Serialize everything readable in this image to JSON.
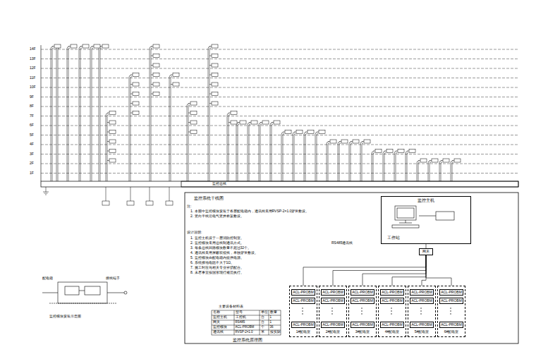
{
  "diagram": {
    "nodes": [
      {
        "text": [
          "监控主机",
          "工作站"
        ]
      },
      {
        "text": [
          "网关"
        ]
      },
      {
        "text": [
          "1#配电室"
        ]
      },
      {
        "text": [
          "ACL-PROBM"
        ],
        "in": 2
      },
      {
        "text": [
          "ACL-PROBM"
        ],
        "in": 2
      },
      {
        "text": [
          "ACL-PROBM"
        ],
        "in": 2
      },
      {
        "text": [
          "2#配电室"
        ]
      },
      {
        "text": [
          "ACL-PROBM"
        ],
        "in": 6
      },
      {
        "text": [
          "ACL-PROBM"
        ],
        "in": 6
      },
      {
        "text": [
          "ACL-PROBM"
        ],
        "in": 6
      },
      {
        "text": [
          "3#配电室"
        ]
      },
      {
        "text": [
          "ACL-PROBM"
        ],
        "in": 10
      },
      {
        "text": [
          "ACL-PROBM"
        ],
        "in": 10
      },
      {
        "text": [
          "ACL-PROBM"
        ],
        "in": 10
      },
      {
        "text": [
          "4#配电室"
        ]
      },
      {
        "text": [
          "ACL-PROBM"
        ],
        "in": 14
      },
      {
        "text": [
          "ACL-PROBM"
        ],
        "in": 14
      },
      {
        "text": [
          "ACL-PROBM"
        ],
        "in": 14
      },
      {
        "text": [
          "5#配电室"
        ]
      },
      {
        "text": [
          "ACL-PROBM"
        ],
        "in": 18
      },
      {
        "text": [
          "ACL-PROBM"
        ],
        "in": 18
      },
      {
        "text": [
          "ACL-PROBM"
        ],
        "in": 18
      },
      {
        "text": [
          "6#配电室"
        ]
      },
      {
        "text": [
          "ACL-PROBM"
        ],
        "in": 22
      },
      {
        "text": [
          "ACL-PROBM"
        ],
        "in": 22
      },
      {
        "text": [
          "ACL-PROBM"
        ],
        "in": 22
      }
    ],
    "edges": [
      {
        "from": 0,
        "to": 1,
        "arrow": "none"
      },
      {
        "from": 1,
        "to": 2,
        "arrow": "none"
      },
      {
        "from": 1,
        "to": 6,
        "arrow": "none"
      },
      {
        "from": 1,
        "to": 10,
        "arrow": "none"
      },
      {
        "from": 1,
        "to": 14,
        "arrow": "none"
      },
      {
        "from": 1,
        "to": 18,
        "arrow": "none"
      },
      {
        "from": 1,
        "to": 22,
        "arrow": "none"
      }
    ],
    "labels": [
      "监控系统干线图",
      "监控总线",
      "注:",
      "1. 本图中监控模块安装于各层配电箱内，通讯线采用RVSP-2×1.0穿管敷设。",
      "2. 竖向干线沿电气竖井桥架敷设。",
      "设计说明:",
      "1. 监控主机设于一层消防控制室。",
      "2. 监控模块采用总线制通讯方式。",
      "3. 每条总线回路模块数量不超过32个。",
      "4. 通讯线采用屏蔽双绞线，单独穿管敷设。",
      "5. 监控模块由配电箱内提供电源。",
      "6. 系统接地电阻不大于1Ω。",
      "7. 施工时应与相关专业密切配合。",
      "8. 未尽事宜按国家现行规范执行。",
      "主要设备材料表",
      "名称",
      "型号",
      "单位",
      "数量",
      "监控主机",
      "工控机",
      "台",
      "1",
      "网关",
      "RS485",
      "台",
      "1",
      "监控模块",
      "ACL-PROBM",
      "个",
      "36",
      "通讯线",
      "RVSP-2×1.0",
      "米",
      "按实际",
      "监控系统原理图",
      "RS485通讯线",
      "监控模块安装示意图",
      "配电箱",
      "接线端子",
      "14F",
      "13F",
      "12F",
      "11F",
      "10F",
      "9F",
      "8F",
      "7F",
      "6F",
      "5F",
      "4F",
      "3F",
      "2F",
      "1F"
    ]
  }
}
